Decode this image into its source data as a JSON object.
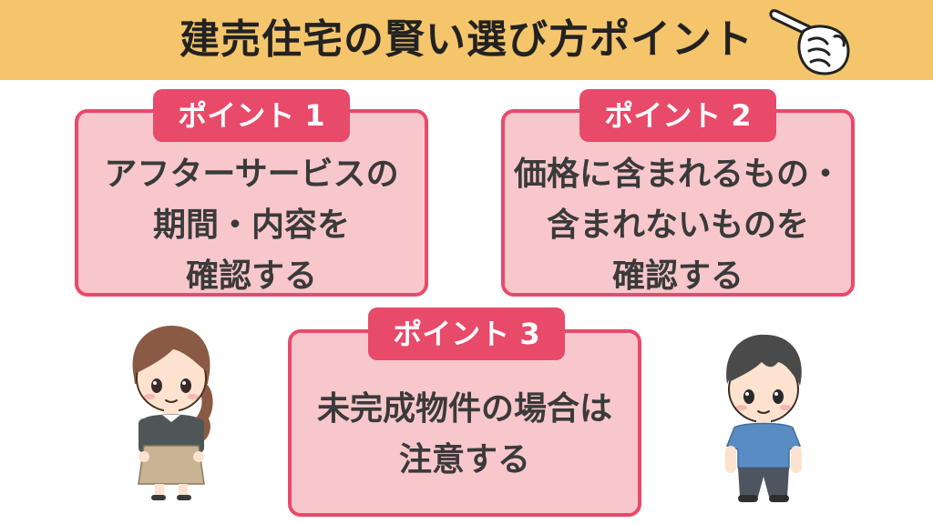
{
  "header": {
    "title": "建売住宅の賢い選び方ポイント",
    "background": "#f5c56c",
    "icon": "pointing-hand-icon"
  },
  "points": [
    {
      "tag": "ポイント 1",
      "lines": [
        "アフターサービスの",
        "期間・内容を",
        "確認する"
      ]
    },
    {
      "tag": "ポイント 2",
      "lines": [
        "価格に含まれるもの・",
        "含まれないものを",
        "確認する"
      ]
    },
    {
      "tag": "ポイント 3",
      "lines": [
        "未完成物件の場合は",
        "注意する"
      ]
    }
  ],
  "colors": {
    "accent": "#e84a6a",
    "card_fill": "#f8c7cb",
    "text": "#3a3a3a"
  },
  "illustrations": [
    "woman-illustration",
    "man-illustration"
  ]
}
